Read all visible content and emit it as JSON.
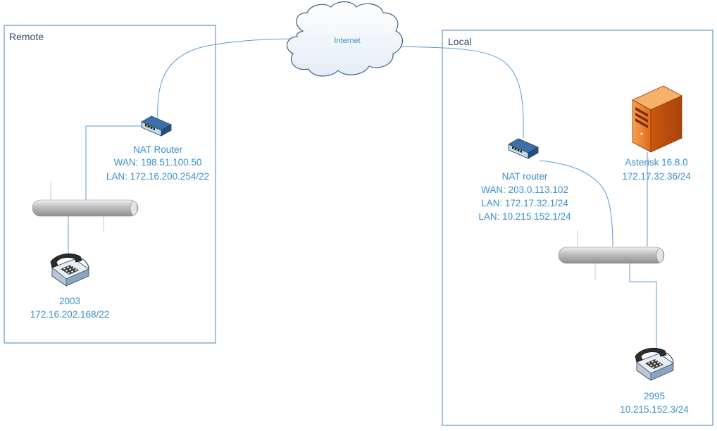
{
  "zones": {
    "remote": {
      "title": "Remote"
    },
    "local": {
      "title": "Local"
    }
  },
  "internet": {
    "label": "Internet"
  },
  "remote_router": {
    "name": "NAT Router",
    "wan": "WAN: 198.51.100.50",
    "lan": "LAN: 172.16.200.254/22"
  },
  "remote_phone": {
    "ext": "2003",
    "ip": "172.16.202.168/22"
  },
  "local_router": {
    "name": "NAT router",
    "wan": "WAN: 203.0.113.102",
    "lan1": "LAN: 172.17.32.1/24",
    "lan2": "LAN: 10.215.152.1/24"
  },
  "asterisk_server": {
    "name": "Asterisk 16.8.0",
    "ip": "172.17.32.36/24"
  },
  "local_phone": {
    "ext": "2995",
    "ip": "10.215.152.3/24"
  },
  "colors": {
    "label": "#3b8fcb",
    "link": "#5b9bd5",
    "zone_border": "#4a7fb5",
    "zone_title": "#2f4b6e",
    "server_orange": "#e8741c"
  }
}
